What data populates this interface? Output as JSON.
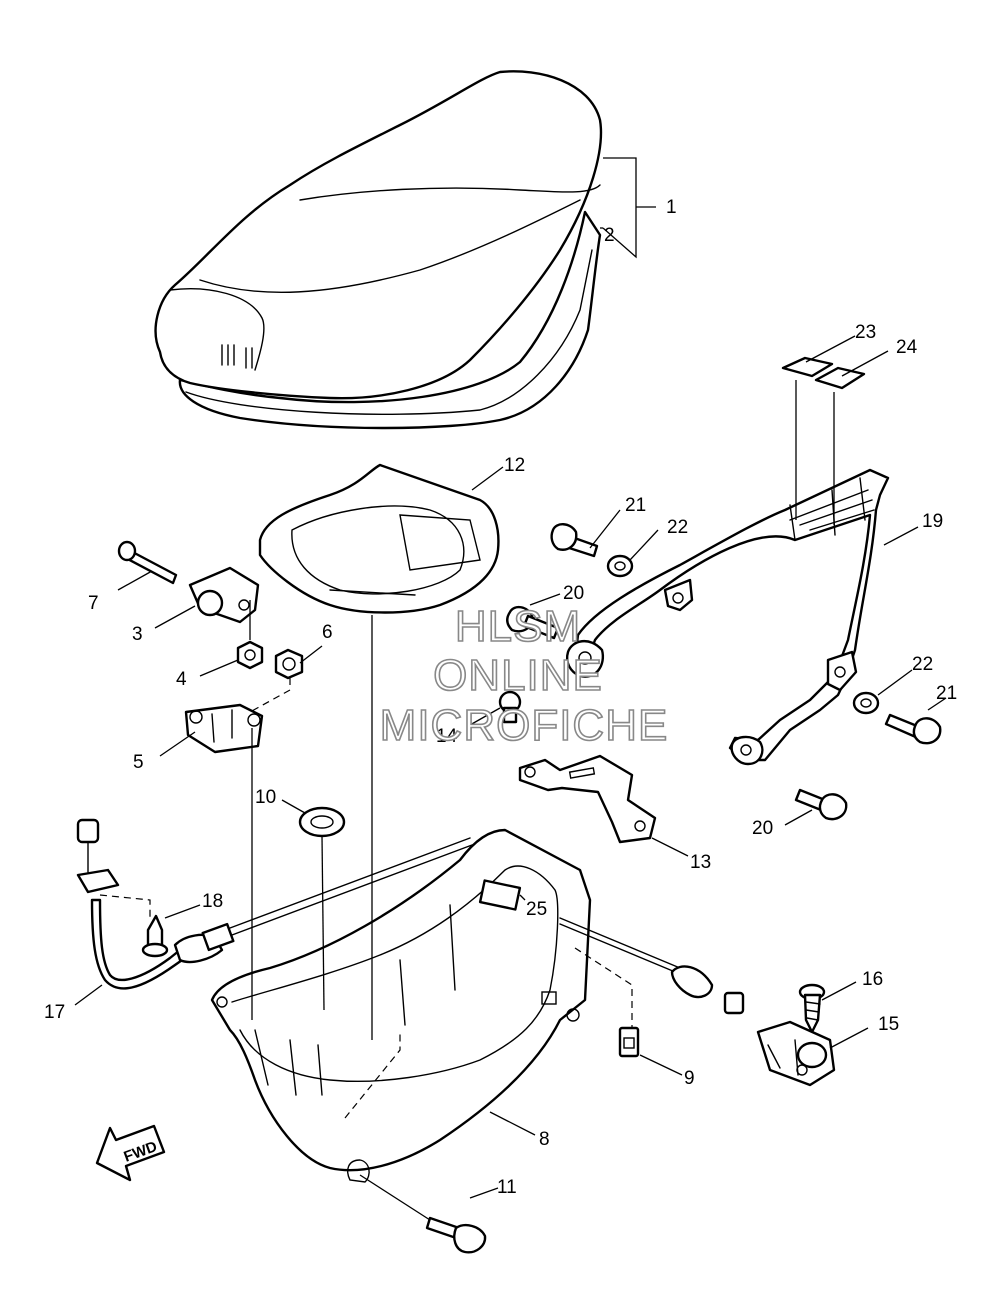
{
  "watermark": {
    "line1": "HLSM",
    "line2": "ONLINE",
    "line3": "MICROFICHE"
  },
  "direction_marker": {
    "label": "FWD"
  },
  "callouts": [
    {
      "id": "c1",
      "label": "1"
    },
    {
      "id": "c2",
      "label": "2"
    },
    {
      "id": "c3",
      "label": "3"
    },
    {
      "id": "c4",
      "label": "4"
    },
    {
      "id": "c5",
      "label": "5"
    },
    {
      "id": "c6",
      "label": "6"
    },
    {
      "id": "c7",
      "label": "7"
    },
    {
      "id": "c8",
      "label": "8"
    },
    {
      "id": "c9",
      "label": "9"
    },
    {
      "id": "c10",
      "label": "10"
    },
    {
      "id": "c11",
      "label": "11"
    },
    {
      "id": "c12",
      "label": "12"
    },
    {
      "id": "c13",
      "label": "13"
    },
    {
      "id": "c14",
      "label": "14"
    },
    {
      "id": "c15",
      "label": "15"
    },
    {
      "id": "c16",
      "label": "16"
    },
    {
      "id": "c17",
      "label": "17"
    },
    {
      "id": "c18",
      "label": "18"
    },
    {
      "id": "c19",
      "label": "19"
    },
    {
      "id": "c20a",
      "label": "20"
    },
    {
      "id": "c20b",
      "label": "20"
    },
    {
      "id": "c21a",
      "label": "21"
    },
    {
      "id": "c21b",
      "label": "21"
    },
    {
      "id": "c22a",
      "label": "22"
    },
    {
      "id": "c22b",
      "label": "22"
    },
    {
      "id": "c23",
      "label": "23"
    },
    {
      "id": "c24",
      "label": "24"
    },
    {
      "id": "c25",
      "label": "25"
    }
  ]
}
